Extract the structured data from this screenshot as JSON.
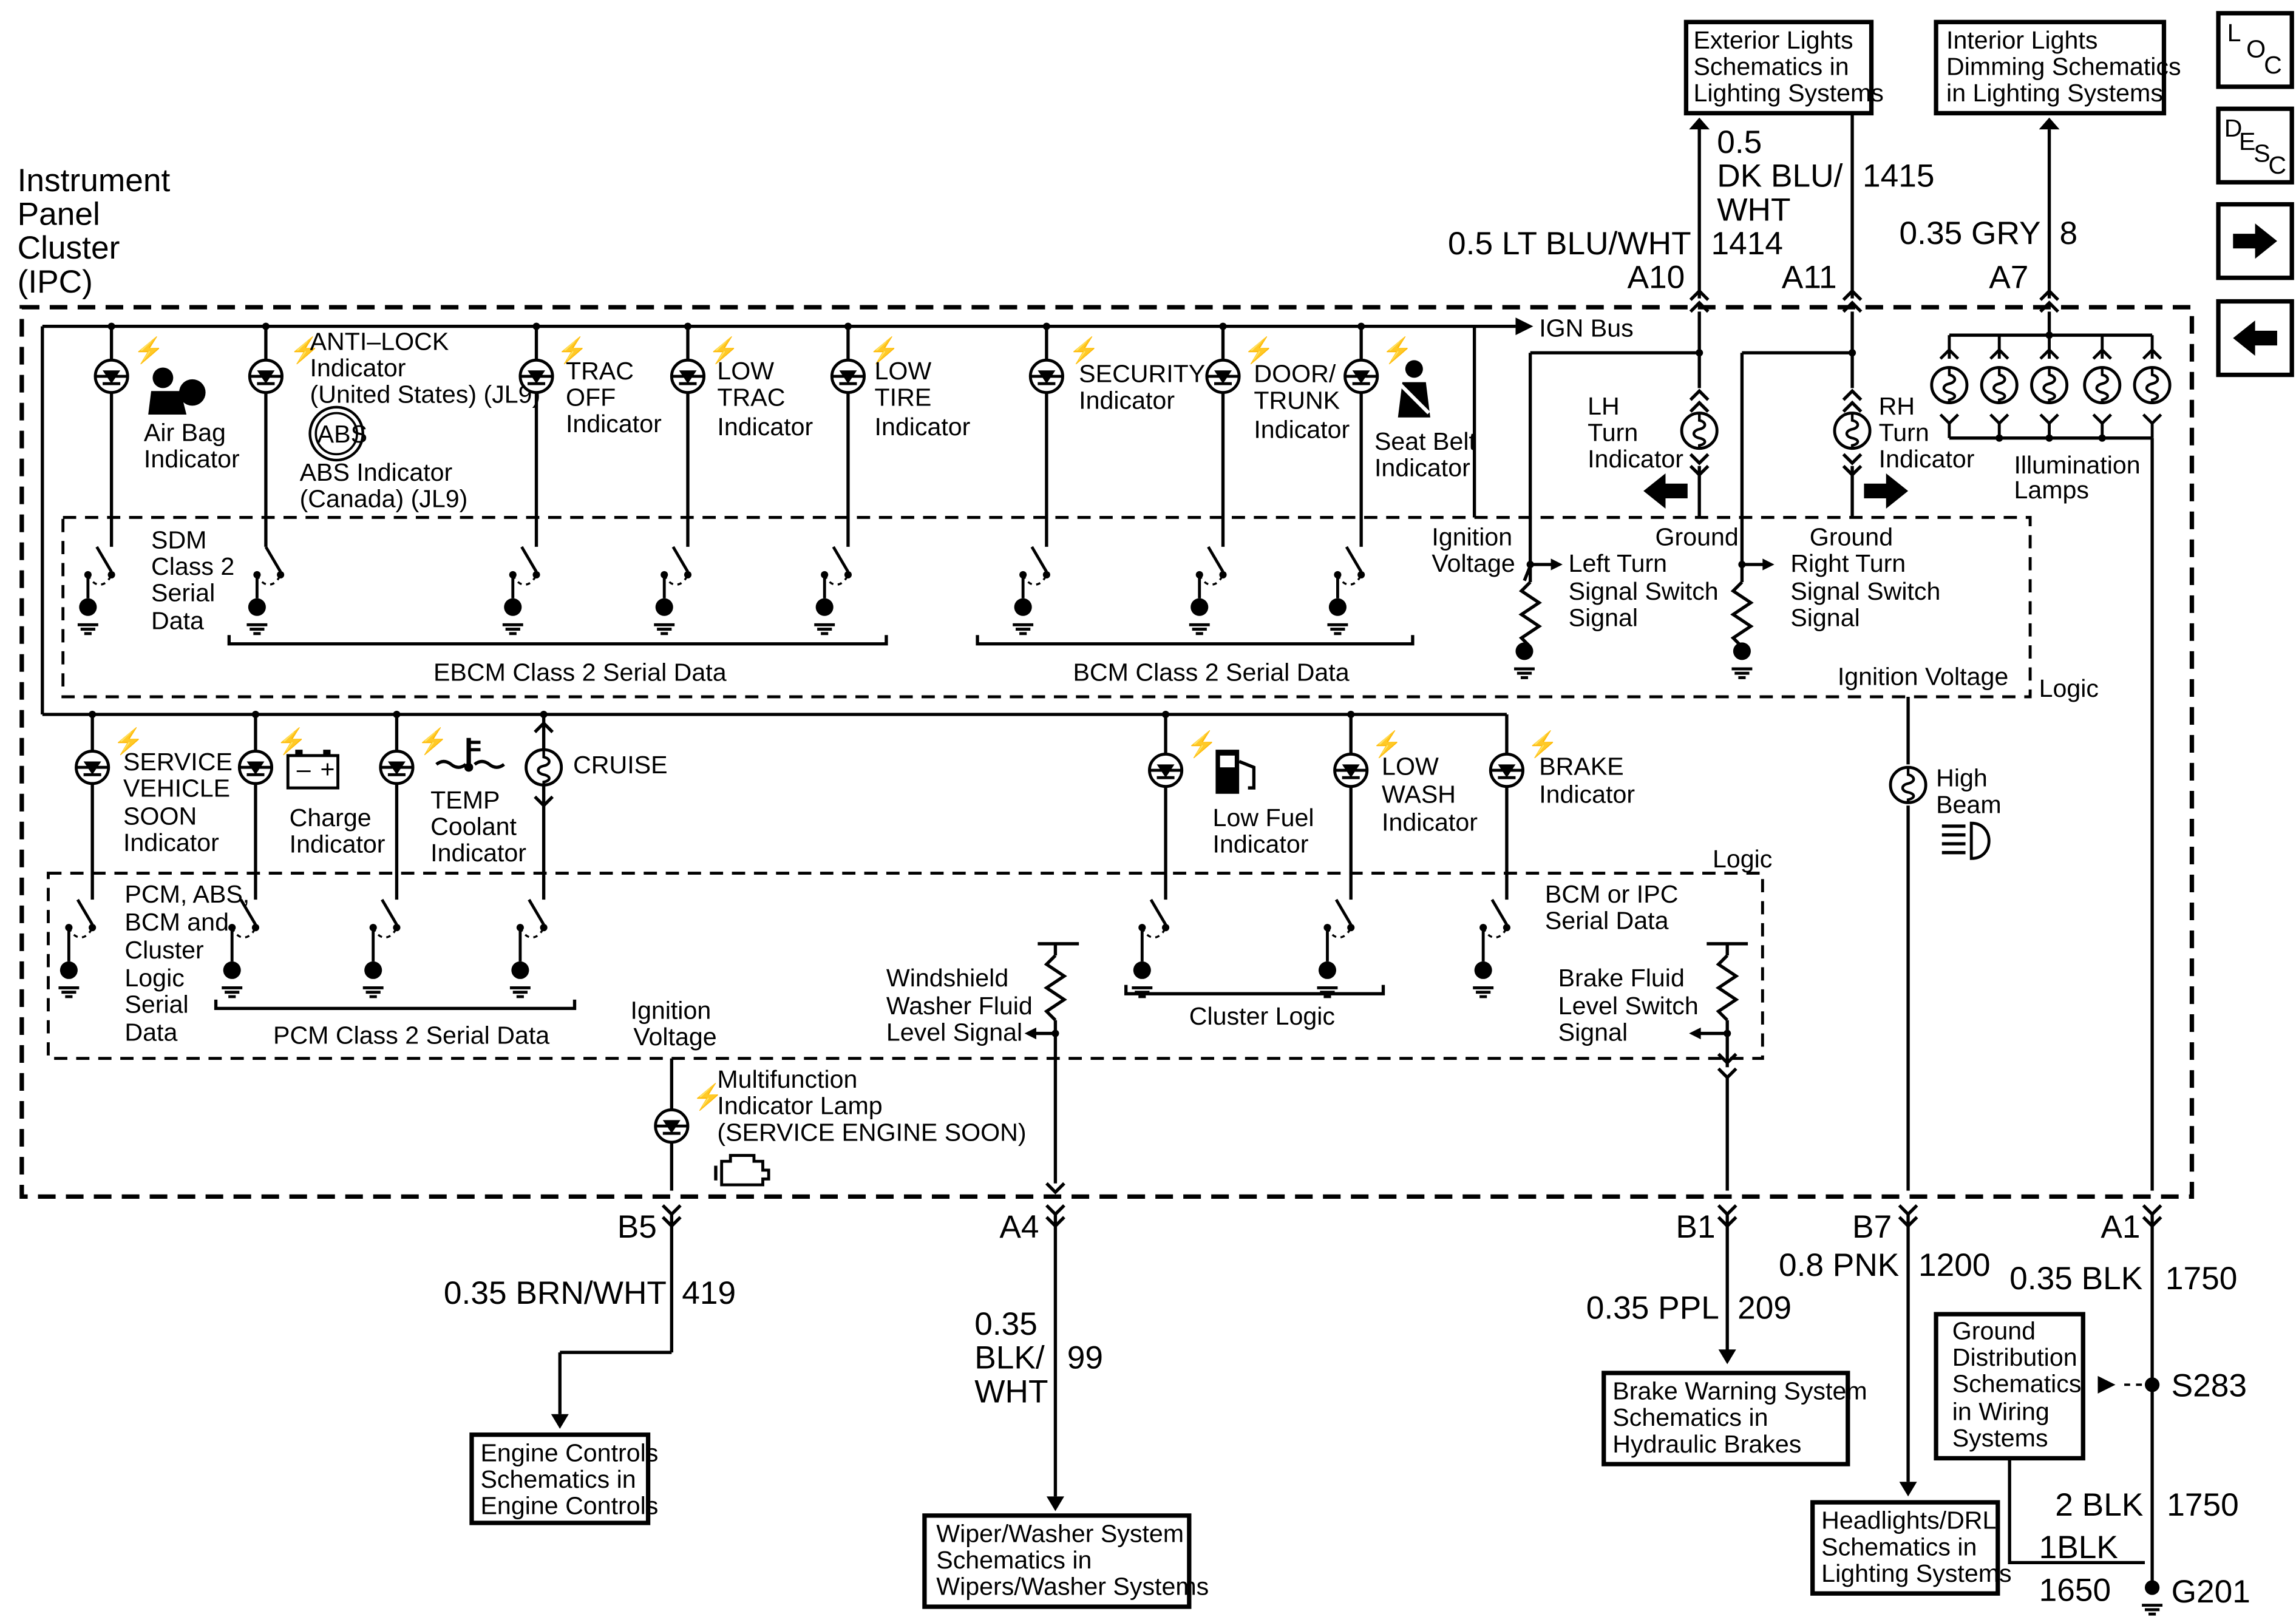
{
  "module": {
    "line1": "Instrument",
    "line2": "Panel",
    "line3": "Cluster",
    "line4": "(IPC)"
  },
  "nav": {
    "loc": [
      "L",
      "O",
      "C"
    ],
    "desc": [
      "D",
      "E",
      "S",
      "C"
    ]
  },
  "refs": {
    "exterior": [
      "Exterior Lights",
      "Schematics in",
      "Lighting Systems"
    ],
    "interior": [
      "Interior Lights",
      "Dimming Schematics",
      "in Lighting Systems"
    ],
    "engine": [
      "Engine Controls",
      "Schematics in",
      "Engine Controls"
    ],
    "wiper": [
      "Wiper/Washer System",
      "Schematics in",
      "Wipers/Washer Systems"
    ],
    "brake": [
      "Brake Warning System",
      "Schematics in",
      "Hydraulic Brakes"
    ],
    "headlights": [
      "Headlights/DRL",
      "Schematics in",
      "Lighting Systems"
    ],
    "ground": [
      "Ground",
      "Distribution",
      "Schematics",
      "in Wiring",
      "Systems"
    ]
  },
  "wires": {
    "a10": {
      "pin": "A10",
      "color": "0.5 LT BLU/WHT",
      "circuit": "1414"
    },
    "a11": {
      "pin": "A11",
      "color1": "0.5",
      "color2": "DK BLU/",
      "color3": "WHT",
      "circuit": "1415"
    },
    "a7": {
      "pin": "A7",
      "color": "0.35 GRY",
      "circuit": "8"
    },
    "b5": {
      "pin": "B5",
      "color": "0.35 BRN/WHT",
      "circuit": "419"
    },
    "a4": {
      "pin": "A4",
      "color1": "0.35",
      "color2": "BLK/",
      "color3": "WHT",
      "circuit": "99"
    },
    "b1": {
      "pin": "B1",
      "color": "0.35 PPL",
      "circuit": "209"
    },
    "b7": {
      "pin": "B7",
      "color": "0.8 PNK",
      "circuit": "1200"
    },
    "a1": {
      "pin": "A1",
      "color": "0.35 BLK",
      "circuit": "1750"
    },
    "s283": {
      "splice": "S283",
      "color": "2 BLK",
      "circuit": "1750"
    },
    "g201": {
      "ground": "G201",
      "color": "1BLK",
      "circuit": "1650"
    }
  },
  "labels": {
    "ign_bus": "IGN Bus",
    "airbag": [
      "Air Bag",
      "Indicator"
    ],
    "antilock": [
      "ANTI–LOCK",
      "Indicator",
      "(United States) (JL9)"
    ],
    "abs_symbol": "ABS",
    "abs_ind": [
      "ABS Indicator",
      "(Canada) (JL9)"
    ],
    "trac_off": [
      "TRAC",
      "OFF",
      "Indicator"
    ],
    "low_trac": [
      "LOW",
      "TRAC",
      "Indicator"
    ],
    "low_tire": [
      "LOW",
      "TIRE",
      "Indicator"
    ],
    "security": [
      "SECURITY",
      "Indicator"
    ],
    "door": [
      "DOOR/",
      "TRUNK",
      "Indicator"
    ],
    "seatbelt": [
      "Seat Belt",
      "Indicator"
    ],
    "lh_turn": [
      "LH",
      "Turn",
      "Indicator"
    ],
    "rh_turn": [
      "RH",
      "Turn",
      "Indicator"
    ],
    "illum": [
      "Illumination",
      "Lamps"
    ],
    "sdm": [
      "SDM",
      "Class 2",
      "Serial",
      "Data"
    ],
    "ebcm": "EBCM Class 2 Serial Data",
    "bcm": "BCM Class 2 Serial Data",
    "ign_v1": [
      "Ignition",
      "Voltage"
    ],
    "ground": "Ground",
    "left_turn": [
      "Left Turn",
      "Signal Switch",
      "Signal"
    ],
    "right_turn": [
      "Right Turn",
      "Signal Switch",
      "Signal"
    ],
    "ign_v2": "Ignition Voltage",
    "logic": "Logic",
    "svc": [
      "SERVICE",
      "VEHICLE",
      "SOON",
      "Indicator"
    ],
    "charge": [
      "Charge",
      "Indicator"
    ],
    "temp": [
      "TEMP",
      "Coolant",
      "Indicator"
    ],
    "cruise": "CRUISE",
    "low_fuel": [
      "Low Fuel",
      "Indicator"
    ],
    "low_wash": [
      "LOW",
      "WASH",
      "Indicator"
    ],
    "brake_ind": [
      "BRAKE",
      "Indicator"
    ],
    "high_beam": [
      "High",
      "Beam"
    ],
    "pcm_logic": [
      "PCM, ABS,",
      "BCM and",
      "Cluster",
      "Logic",
      "Serial",
      "Data"
    ],
    "pcm_class2": "PCM Class 2 Serial Data",
    "ign_v3": [
      "Ignition",
      "Voltage"
    ],
    "windshield": [
      "Windshield",
      "Washer Fluid",
      "Level Signal"
    ],
    "cluster_logic": "Cluster Logic",
    "bcm_ipc": [
      "BCM or IPC",
      "Serial Data"
    ],
    "brake_fluid": [
      "Brake Fluid",
      "Level Switch",
      "Signal"
    ],
    "mil": [
      "Multifunction",
      "Indicator Lamp",
      "(SERVICE ENGINE SOON)"
    ]
  }
}
